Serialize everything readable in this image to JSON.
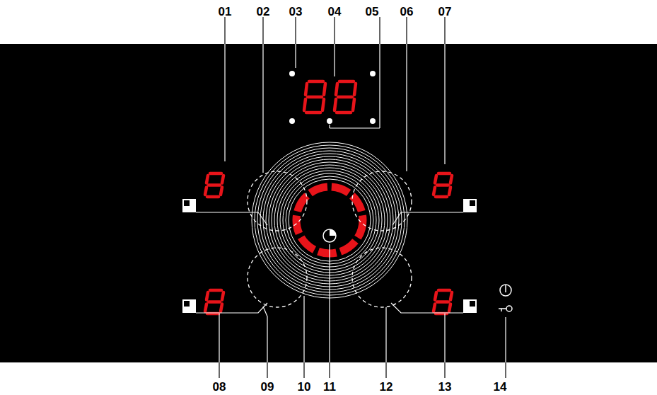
{
  "diagram": {
    "labels": [
      "01",
      "02",
      "03",
      "04",
      "05",
      "06",
      "07",
      "08",
      "09",
      "10",
      "11",
      "12",
      "13",
      "14"
    ]
  }
}
